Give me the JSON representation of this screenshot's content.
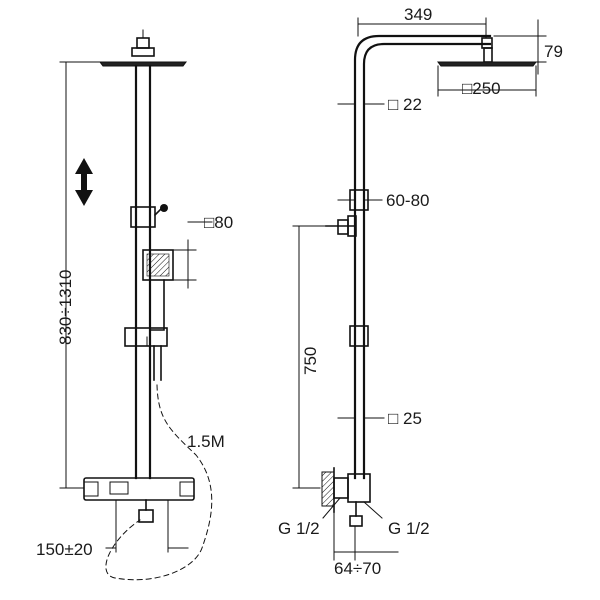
{
  "front_view": {
    "height_range": "830÷1310",
    "hand_shower_size": "□80",
    "hose_length": "1.5M",
    "centre_distance": "150±20"
  },
  "side_view": {
    "arm_projection": "349",
    "head_height": "79",
    "head_size": "□250",
    "upper_tube": "□ 22",
    "holder_adjust": "60-80",
    "holder_height": "750",
    "lower_tube": "□ 25",
    "left_connection": "G 1/2",
    "right_connection": "G 1/2",
    "wall_distance": "64÷70"
  }
}
